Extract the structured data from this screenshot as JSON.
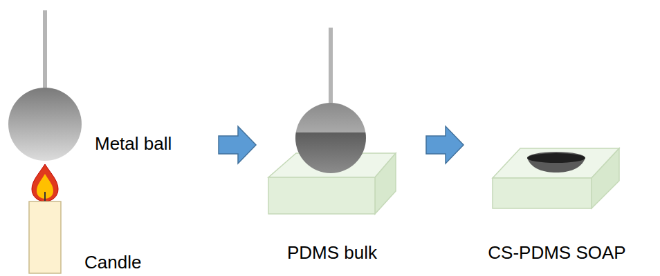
{
  "diagram": {
    "labels": [
      "Metal ball",
      "Candle",
      "PDMS bulk",
      "CS-PDMS SOAP"
    ]
  }
}
